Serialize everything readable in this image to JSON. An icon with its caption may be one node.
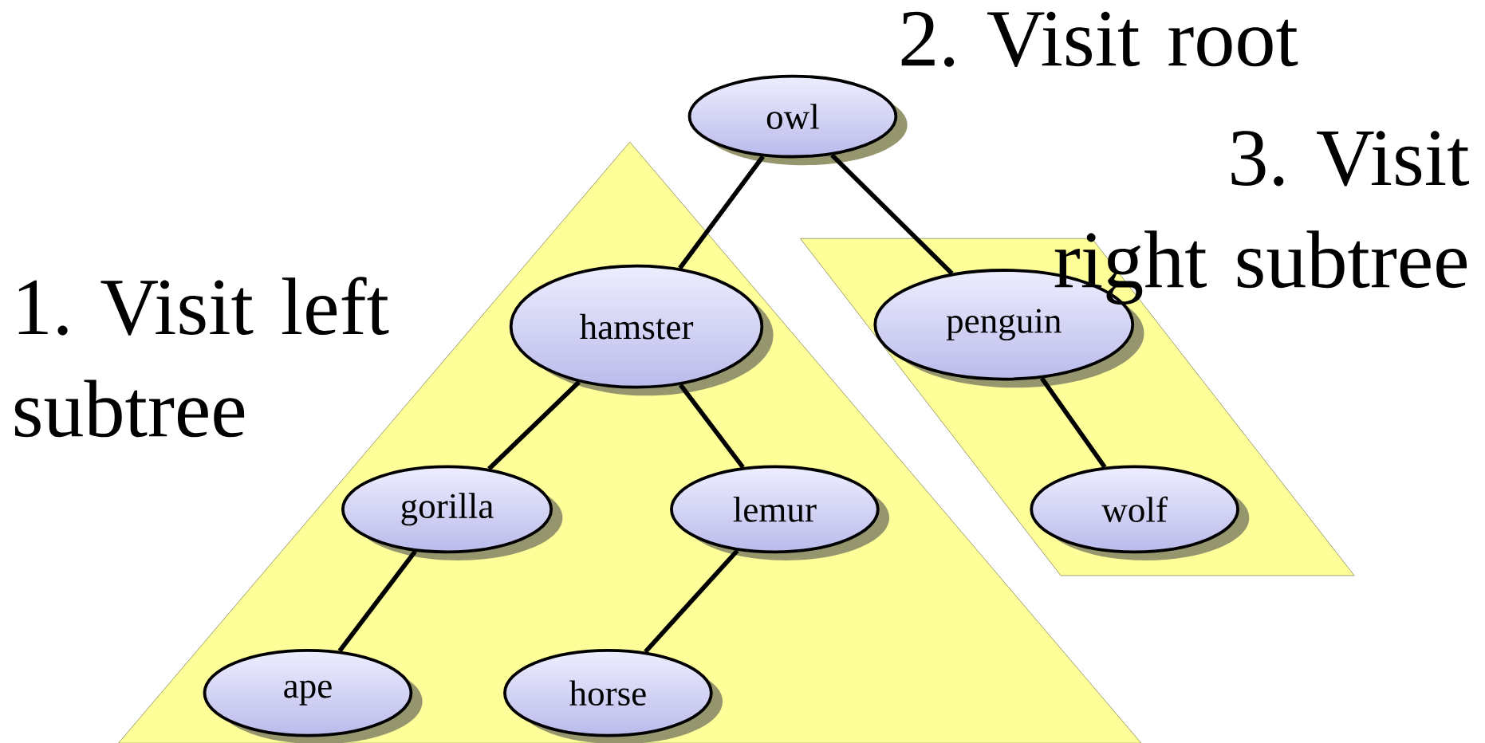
{
  "diagram": {
    "nodes": [
      {
        "text": [
          "owl"
        ]
      },
      {
        "text": [],
        "shape": "triangle"
      },
      {
        "text": [
          "hamster"
        ],
        "in": 1
      },
      {
        "text": [
          "gorilla"
        ],
        "in": 1
      },
      {
        "text": [
          "lemur"
        ],
        "in": 1
      },
      {
        "text": [
          "ape"
        ],
        "in": 1
      },
      {
        "text": [
          "horse"
        ],
        "in": 1
      },
      {
        "text": [],
        "shape": "parallelogram"
      },
      {
        "text": [
          "penguin"
        ],
        "in": 7
      },
      {
        "text": [
          "wolf"
        ],
        "in": 7
      }
    ],
    "edges": [
      {
        "from": 0,
        "to": 2,
        "arrow": "none"
      },
      {
        "from": 0,
        "to": 8,
        "arrow": "none"
      },
      {
        "from": 2,
        "to": 3,
        "arrow": "none"
      },
      {
        "from": 2,
        "to": 4,
        "arrow": "none"
      },
      {
        "from": 3,
        "to": 5,
        "arrow": "none"
      },
      {
        "from": 4,
        "to": 6,
        "arrow": "none"
      },
      {
        "from": 8,
        "to": 9,
        "arrow": "none"
      }
    ],
    "labels": [
      "2. Visit root",
      "3. Visit right subtree",
      "1. Visit left subtree"
    ]
  }
}
